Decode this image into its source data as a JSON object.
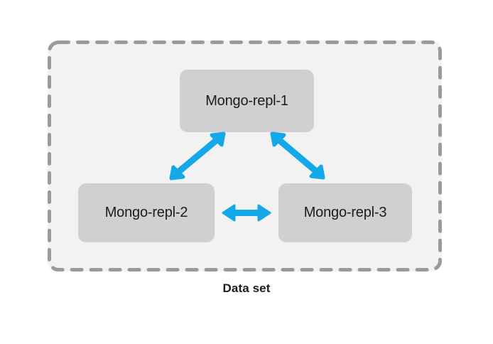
{
  "diagram": {
    "type": "mongodb-replica-set-topology",
    "caption": "Data set",
    "container": {
      "name": "data-set-boundary",
      "border_style": "dashed",
      "border_color": "#9a9a9a",
      "fill_color": "#f2f2f3"
    },
    "nodes": [
      {
        "id": "repl-1",
        "label": "Mongo-repl-1",
        "position": "top-center",
        "fill_color": "#d0d0d2"
      },
      {
        "id": "repl-2",
        "label": "Mongo-repl-2",
        "position": "bottom-left",
        "fill_color": "#d0d0d2"
      },
      {
        "id": "repl-3",
        "label": "Mongo-repl-3",
        "position": "bottom-right",
        "fill_color": "#d0d0d2"
      }
    ],
    "connections": [
      {
        "id": "repl-2-to-repl-1",
        "from": "Mongo-repl-2",
        "to": "Mongo-repl-1",
        "style": "double-headed-arrow",
        "color": "#13a9e8"
      },
      {
        "id": "repl-1-to-repl-3",
        "from": "Mongo-repl-1",
        "to": "Mongo-repl-3",
        "style": "double-headed-arrow",
        "color": "#13a9e8"
      },
      {
        "id": "repl-2-to-repl-3",
        "from": "Mongo-repl-2",
        "to": "Mongo-repl-3",
        "style": "double-headed-arrow",
        "color": "#13a9e8"
      }
    ]
  }
}
